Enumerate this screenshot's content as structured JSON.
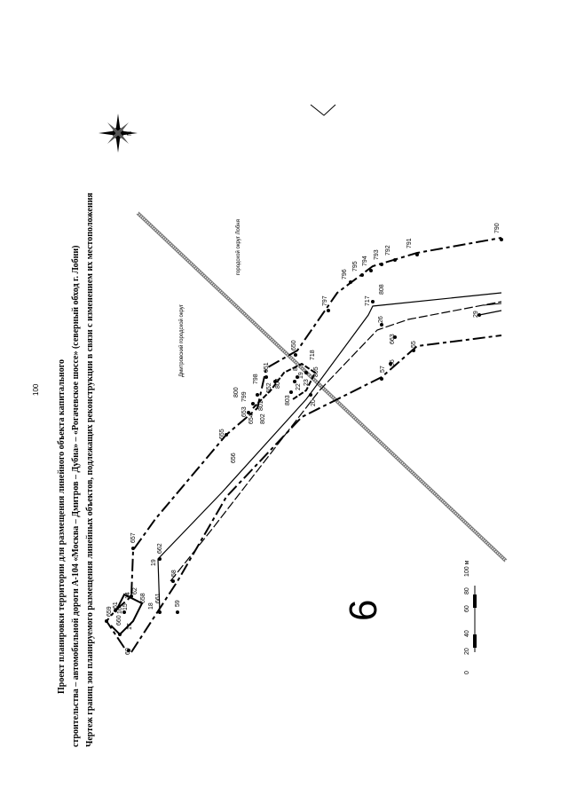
{
  "page_number": "100",
  "sheet_number": "6",
  "title_lines": [
    "Проект планировки территории для размещения линейного объекта капитального",
    "строительства – автомобильной дороги А-104 «Москва – Дмитров – Дубна» – «Рогачевское шоссе» (северный обход г. Лобни)",
    "Чертеж границ зон планируемого размещения линейных объектов, подлежащих реконструкции в связи с изменением их местоположения"
  ],
  "districts": {
    "dmitrov": "Дмитровский городской округ",
    "lobnya": "городской округ Лобня"
  },
  "scale_bar": {
    "ticks": [
      "0",
      "20",
      "40",
      "60",
      "80",
      "100 м"
    ]
  },
  "north_label": "N",
  "point_labels": [
    "790",
    "791",
    "792",
    "793",
    "794",
    "795",
    "796",
    "797",
    "808",
    "717",
    "26",
    "663",
    "55",
    "29",
    "650",
    "718",
    "805",
    "8",
    "19",
    "23",
    "22",
    "20",
    "803",
    "804",
    "652",
    "651",
    "798",
    "800",
    "799",
    "801",
    "653",
    "654",
    "802",
    "655",
    "656",
    "57",
    "56",
    "657",
    "662",
    "19",
    "58",
    "59",
    "658",
    "62",
    "61",
    "660",
    "659",
    "14",
    "15",
    "16",
    "17",
    "18",
    "661",
    "60"
  ]
}
